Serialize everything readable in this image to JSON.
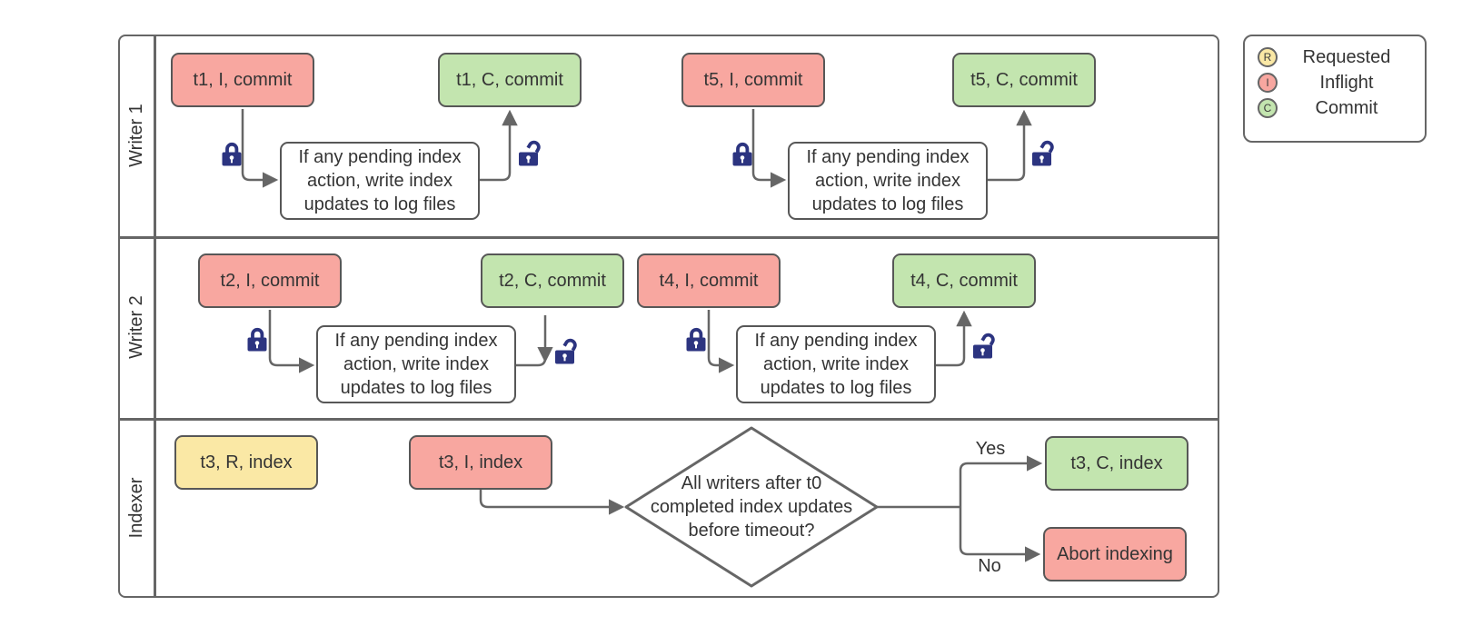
{
  "diagram": {
    "lanes": [
      {
        "label": "Writer 1"
      },
      {
        "label": "Writer 2"
      },
      {
        "label": "Indexer"
      }
    ],
    "process_label": "If any pending index action, write index updates to log files",
    "nodes": {
      "t1_i": "t1, I, commit",
      "t1_c": "t1, C, commit",
      "t5_i": "t5, I, commit",
      "t5_c": "t5, C, commit",
      "t2_i": "t2, I, commit",
      "t2_c": "t2, C, commit",
      "t4_i": "t4, I, commit",
      "t4_c": "t4, C, commit",
      "t3_r": "t3, R, index",
      "t3_i": "t3, I, index",
      "t3_c": "t3, C, index",
      "abort": "Abort indexing"
    },
    "decision": {
      "question": "All writers after t0 completed index updates before timeout?",
      "yes_label": "Yes",
      "no_label": "No"
    }
  },
  "legend": {
    "items": [
      {
        "letter": "R",
        "label": "Requested",
        "color": "#FAE8A5"
      },
      {
        "letter": "I",
        "label": "Inflight",
        "color": "#F8A7A0"
      },
      {
        "letter": "C",
        "label": "Commit",
        "color": "#C3E5AF"
      }
    ]
  },
  "colors": {
    "requested": "#FAE8A5",
    "inflight": "#F8A7A0",
    "commit": "#C3E5AF",
    "lock": "#2C3480",
    "line": "#666666"
  }
}
